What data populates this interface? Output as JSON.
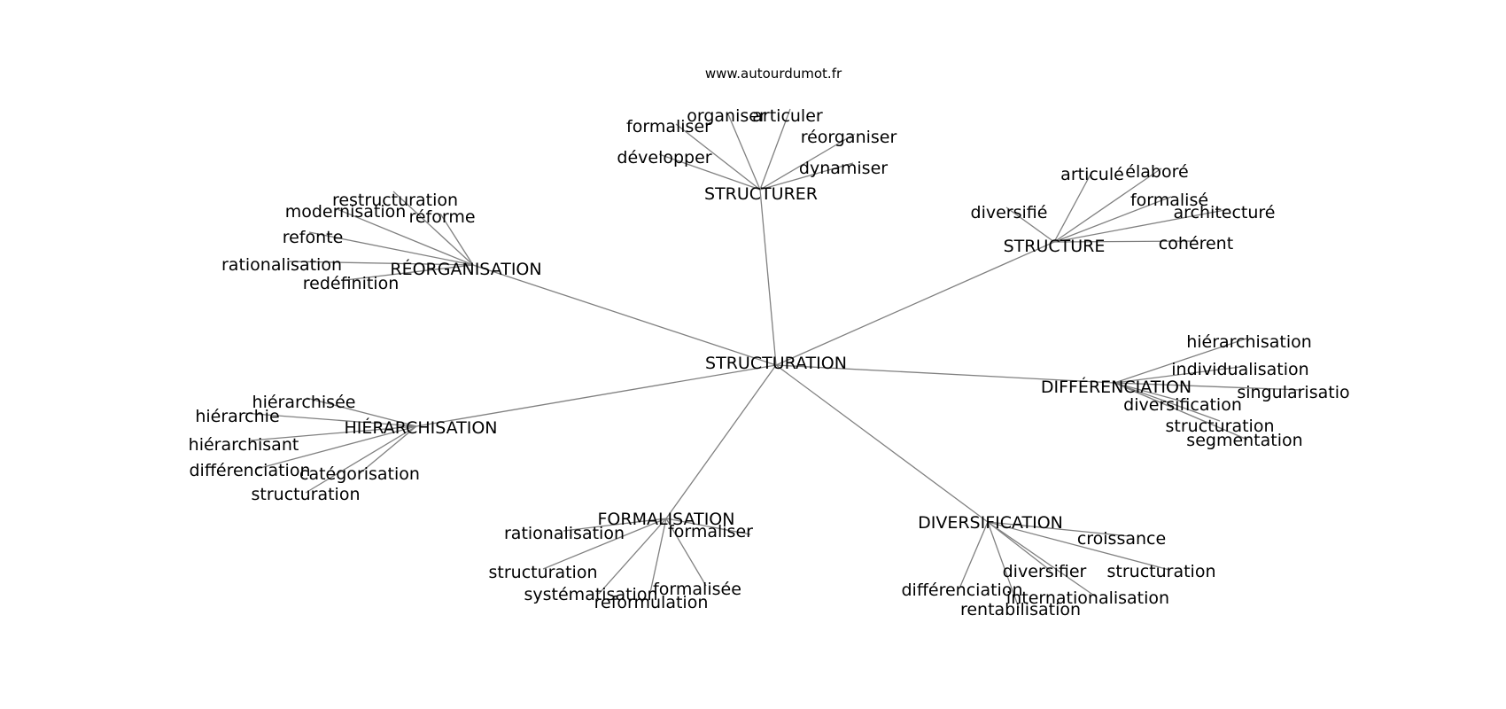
{
  "source_label": "www.autourdumot.fr",
  "center": "STRUCTURATION",
  "edge_color": "#808080",
  "clusters": [
    {
      "hub": "STRUCTURER",
      "words": [
        "formaliser",
        "organiser",
        "articuler",
        "réorganiser",
        "développer",
        "dynamiser"
      ]
    },
    {
      "hub": "STRUCTURE",
      "words": [
        "articulé",
        "élaboré",
        "diversifié",
        "formalisé",
        "architecturé",
        "cohérent"
      ]
    },
    {
      "hub": "RÉORGANISATION",
      "words": [
        "restructuration",
        "modernisation",
        "réforme",
        "refonte",
        "rationalisation",
        "redéfinition"
      ]
    },
    {
      "hub": "DIFFÉRENCIATION",
      "words": [
        "hiérarchisation",
        "individualisation",
        "singularisatio",
        "diversification",
        "structuration",
        "segmentation"
      ]
    },
    {
      "hub": "HIÉRARCHISATION",
      "words": [
        "hiérarchisée",
        "hiérarchie",
        "hiérarchisant",
        "différenciation",
        "catégorisation",
        "structuration"
      ]
    },
    {
      "hub": "FORMALISATION",
      "words": [
        "rationalisation",
        "formaliser",
        "structuration",
        "systématisation",
        "formalisée",
        "reformulation"
      ]
    },
    {
      "hub": "DIVERSIFICATION",
      "words": [
        "croissance",
        "structuration",
        "diversifier",
        "internationalisation",
        "différenciation",
        "rentabilisation"
      ]
    }
  ]
}
